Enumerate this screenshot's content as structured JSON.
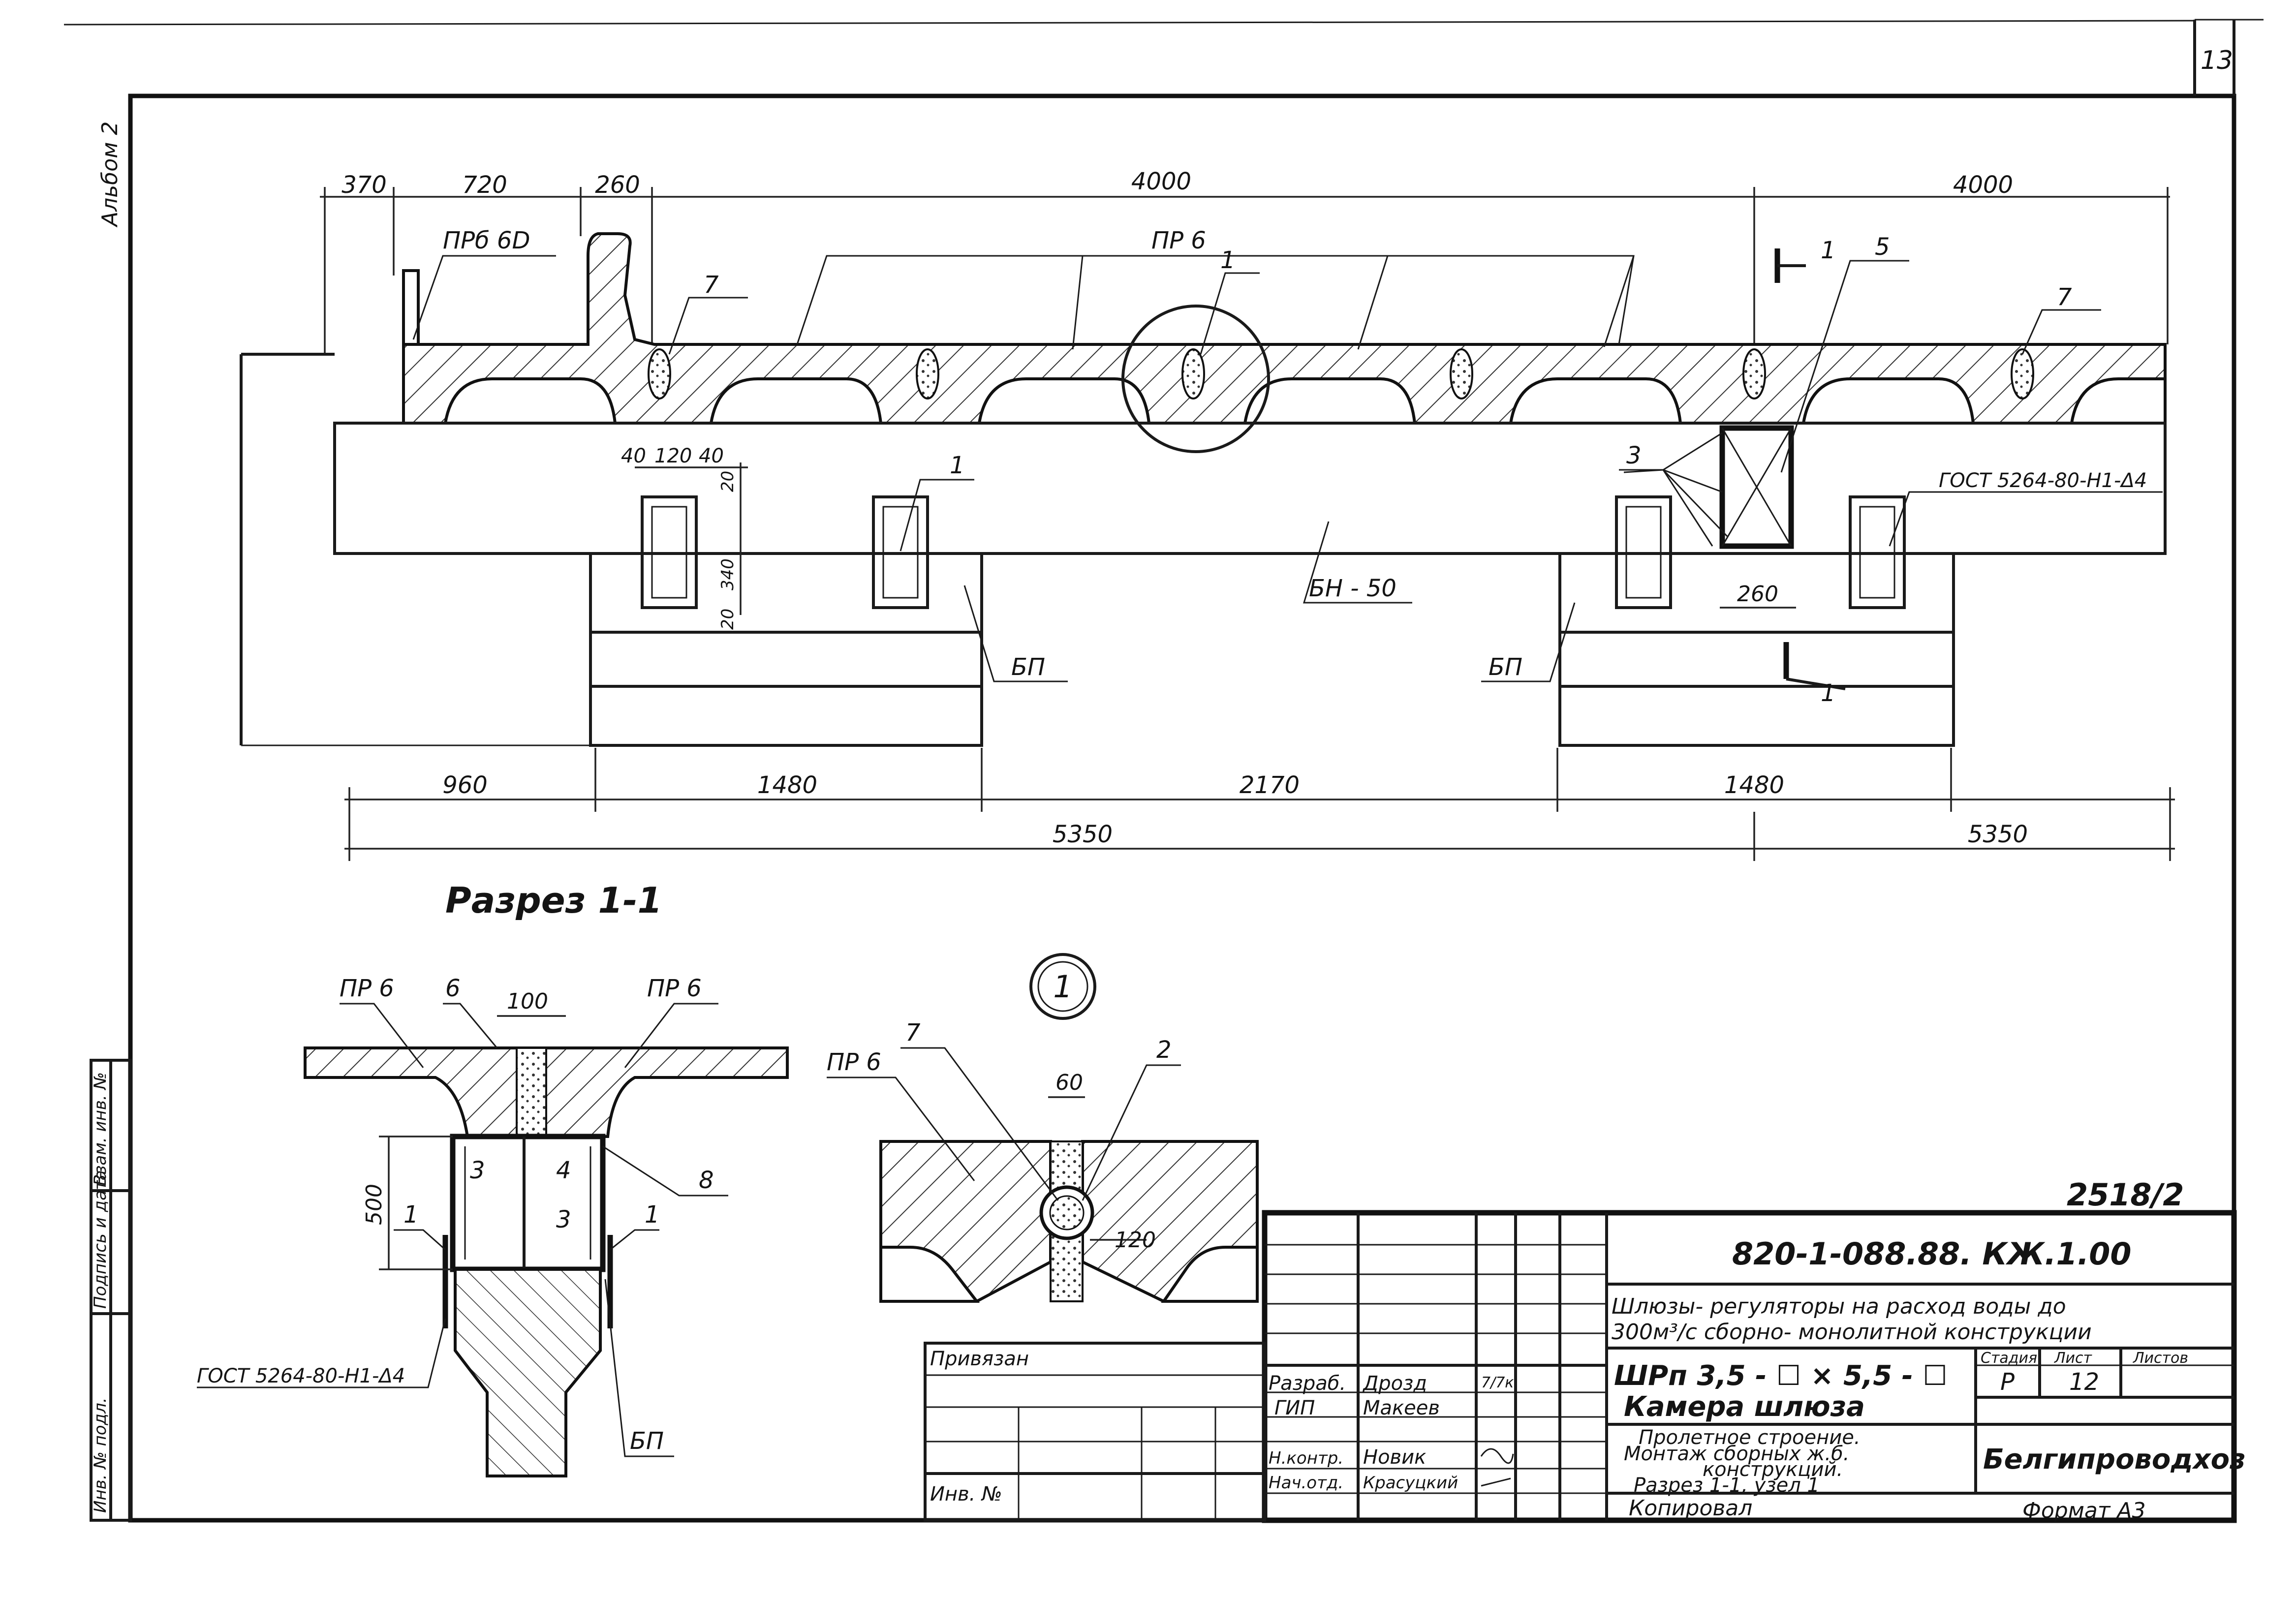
{
  "sheet": {
    "page_number": "13",
    "album_label": "Альбом 2",
    "inventory_label": "Инв. №",
    "side_stamp": [
      "Инв. № подл.",
      "Подпись и дата",
      "Взам. инв. №"
    ],
    "stamp_number": "2518/2"
  },
  "plan": {
    "top_dims": [
      "370",
      "720",
      "260",
      "4000",
      "4000"
    ],
    "bottom_dims": [
      "960",
      "1480",
      "2170",
      "1480"
    ],
    "total_dims": [
      "5350",
      "5350"
    ],
    "block_dims": [
      "40",
      "120",
      "40",
      "20",
      "340",
      "20"
    ],
    "dim_260": "260",
    "labels": {
      "prb": "ПРб 6D",
      "pr6": "ПР 6",
      "bn": "БН - 50",
      "bp": "БП",
      "gost": "ГОСТ 5264-80-Н1-Δ4"
    },
    "callouts": [
      "1",
      "3",
      "5",
      "7"
    ],
    "section_mark": "1"
  },
  "section": {
    "title": "Разрез 1-1",
    "labels": {
      "pr6": "ПР 6",
      "bp": "БП",
      "gost": "ГОСТ 5264-80-Н1-Δ4"
    },
    "dims": [
      "100",
      "500"
    ],
    "callouts": [
      "1",
      "3",
      "4",
      "6",
      "8"
    ]
  },
  "node": {
    "number": "1",
    "label": "ПР 6",
    "dims": [
      "60",
      "120"
    ],
    "callouts": [
      "2",
      "7"
    ]
  },
  "title_block": {
    "doc_code": "820-1-088.88. КЖ.1.00",
    "project_title": [
      "Шлюзы- регуляторы на расход воды до",
      "300м³/с сборно- монолитной конструкции"
    ],
    "mark": "ШРп 3,5 - ☐ × 5,5 - ☐",
    "object": "Камера шлюза",
    "sheet_title": [
      "Пролетное строение.",
      "Монтаж сборных ж.б.",
      "конструкций.",
      "Разрез 1-1, узел 1"
    ],
    "stage_header": [
      "Стадия",
      "Лист",
      "Листов"
    ],
    "stage": "Р",
    "sheet": "12",
    "org": "Белгипроводхоз",
    "tied": "Привязан",
    "copied": "Копировал",
    "format": "Формат А3",
    "roles": [
      "Разраб.",
      "ГИП",
      "",
      "Н.контр.",
      "Нач.отд."
    ],
    "names": [
      "Дрозд",
      "Макеев",
      "",
      "Новик",
      "Красуцкий"
    ],
    "dates": [
      "7/7к",
      "",
      "",
      "",
      ""
    ]
  }
}
